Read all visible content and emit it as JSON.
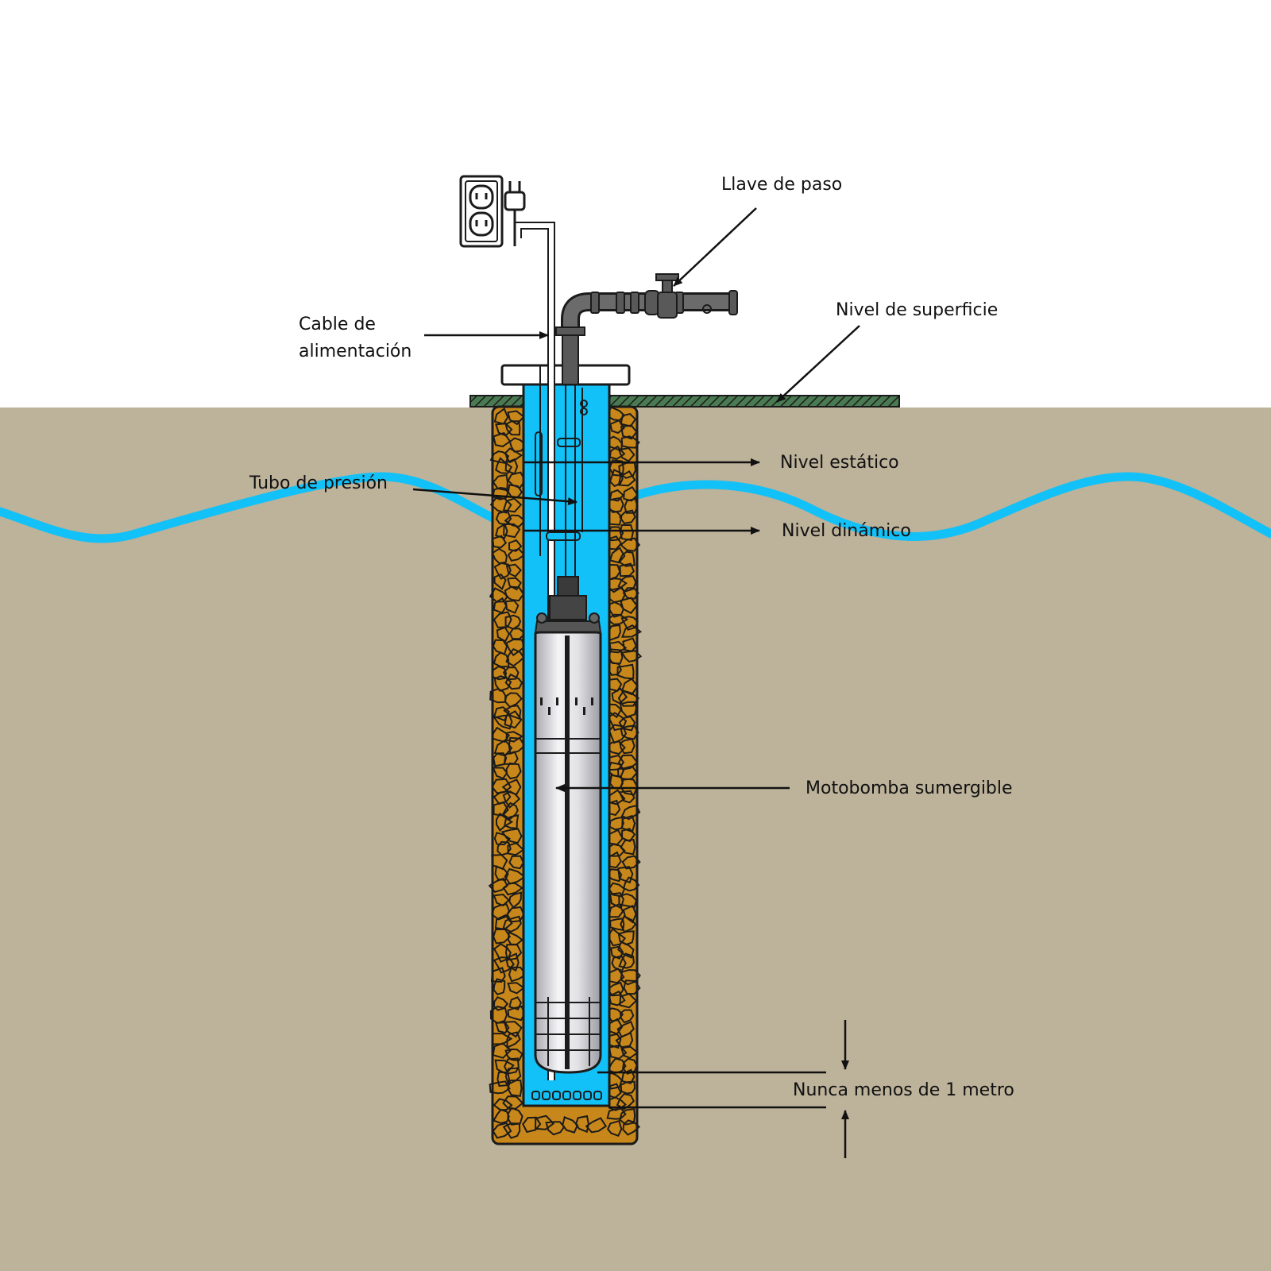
{
  "labels": {
    "llave_de_paso": "Llave de paso",
    "nivel_de_superficie": "Nivel de superficie",
    "cable_line1": "Cable de",
    "cable_line2": "alimentación",
    "nivel_estatico": "Nivel estático",
    "tubo_de_presion": "Tubo de presión",
    "nivel_dinamico": "Nivel dinámico",
    "motobomba": "Motobomba sumergible",
    "nunca_menos": "Nunca menos de 1 metro"
  },
  "colors": {
    "background": "#ffffff",
    "soil": "#bdb29a",
    "water": "#12c1f7",
    "gravel": "#c8871a",
    "surface_strip": "#4a7a52",
    "pipe": "#595959",
    "pump_body": "#d9d9de",
    "outline": "#111111"
  }
}
